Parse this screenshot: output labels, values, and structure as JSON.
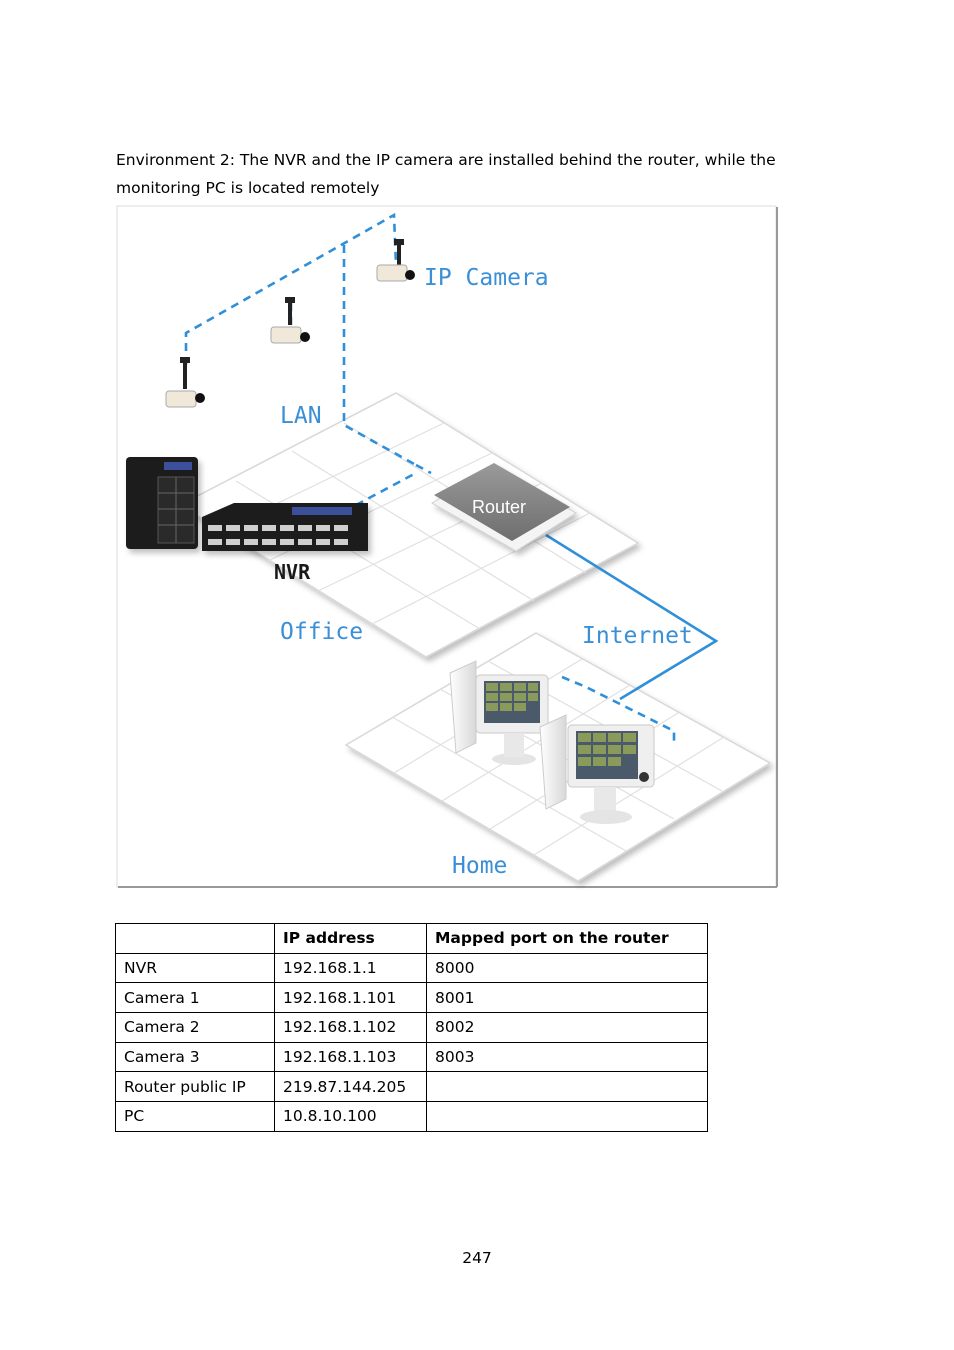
{
  "intro_line1": "Environment 2: The NVR and the IP camera are installed behind the router, while the",
  "intro_line2": "monitoring PC is located remotely",
  "diagram": {
    "ip_camera_label": "IP Camera",
    "lan_label": "LAN",
    "router_label": "Router",
    "nvr_label": "NVR",
    "office_label": "Office",
    "internet_label": "Internet",
    "home_label": "Home",
    "colors": {
      "link": "#2f8fd8",
      "label": "#3a8fd6",
      "floor_grid": "#d8d8d8",
      "router": "#888888"
    }
  },
  "table": {
    "headers": [
      "",
      "IP address",
      "Mapped port on the router"
    ],
    "rows": [
      [
        "NVR",
        "192.168.1.1",
        "8000"
      ],
      [
        "Camera 1",
        "192.168.1.101",
        "8001"
      ],
      [
        "Camera 2",
        "192.168.1.102",
        "8002"
      ],
      [
        "Camera 3",
        "192.168.1.103",
        "8003"
      ],
      [
        "Router public IP",
        "219.87.144.205",
        ""
      ],
      [
        "PC",
        "10.8.10.100",
        ""
      ]
    ]
  },
  "page_number": "247"
}
